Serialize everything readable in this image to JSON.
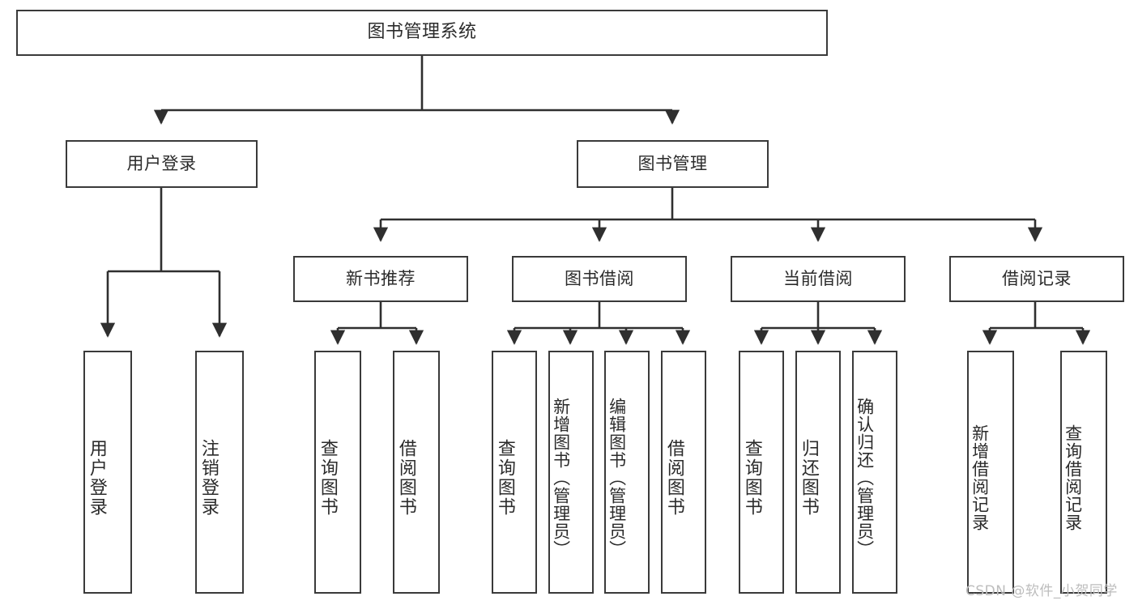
{
  "diagram": {
    "title": "图书管理系统",
    "type": "tree-hierarchy",
    "orientation": "top-down",
    "colors": {
      "box_border": "#3a3a3a",
      "box_fill": "#ffffff",
      "text": "#2b2b2b",
      "connector": "#2f2f2f",
      "watermark": "#bdbdbd",
      "background": "#ffffff"
    }
  },
  "nodes": {
    "root": {
      "label": "图书管理系统"
    },
    "level1": [
      {
        "id": "user-login",
        "label": "用户登录"
      },
      {
        "id": "book-manage",
        "label": "图书管理"
      }
    ],
    "level2": [
      {
        "id": "new-book-recommend",
        "label": "新书推荐"
      },
      {
        "id": "book-borrow",
        "label": "图书借阅"
      },
      {
        "id": "current-borrow",
        "label": "当前借阅"
      },
      {
        "id": "borrow-record",
        "label": "借阅记录"
      }
    ],
    "leaves": [
      {
        "id": "leaf-user-login",
        "label": "用户登录",
        "parent": "user-login"
      },
      {
        "id": "leaf-logout-login",
        "label": "注销登录",
        "parent": "user-login"
      },
      {
        "id": "leaf-query-book-1",
        "label": "查询图书",
        "parent": "new-book-recommend"
      },
      {
        "id": "leaf-borrow-book-1",
        "label": "借阅图书",
        "parent": "new-book-recommend"
      },
      {
        "id": "leaf-query-book-2",
        "label": "查询图书",
        "parent": "book-borrow"
      },
      {
        "id": "leaf-add-book",
        "label": "新增图书（管理员）",
        "parent": "book-borrow"
      },
      {
        "id": "leaf-edit-book",
        "label": "编辑图书（管理员）",
        "parent": "book-borrow"
      },
      {
        "id": "leaf-borrow-book-2",
        "label": "借阅图书",
        "parent": "book-borrow"
      },
      {
        "id": "leaf-query-book-3",
        "label": "查询图书",
        "parent": "current-borrow"
      },
      {
        "id": "leaf-return-book",
        "label": "归还图书",
        "parent": "current-borrow"
      },
      {
        "id": "leaf-confirm-return",
        "label": "确认归还（管理员）",
        "parent": "current-borrow"
      },
      {
        "id": "leaf-add-record",
        "label": "新增借阅记录",
        "parent": "borrow-record"
      },
      {
        "id": "leaf-query-record",
        "label": "查询借阅记录",
        "parent": "borrow-record"
      }
    ]
  },
  "watermark": {
    "text": "CSDN @软件_小贺同学"
  }
}
